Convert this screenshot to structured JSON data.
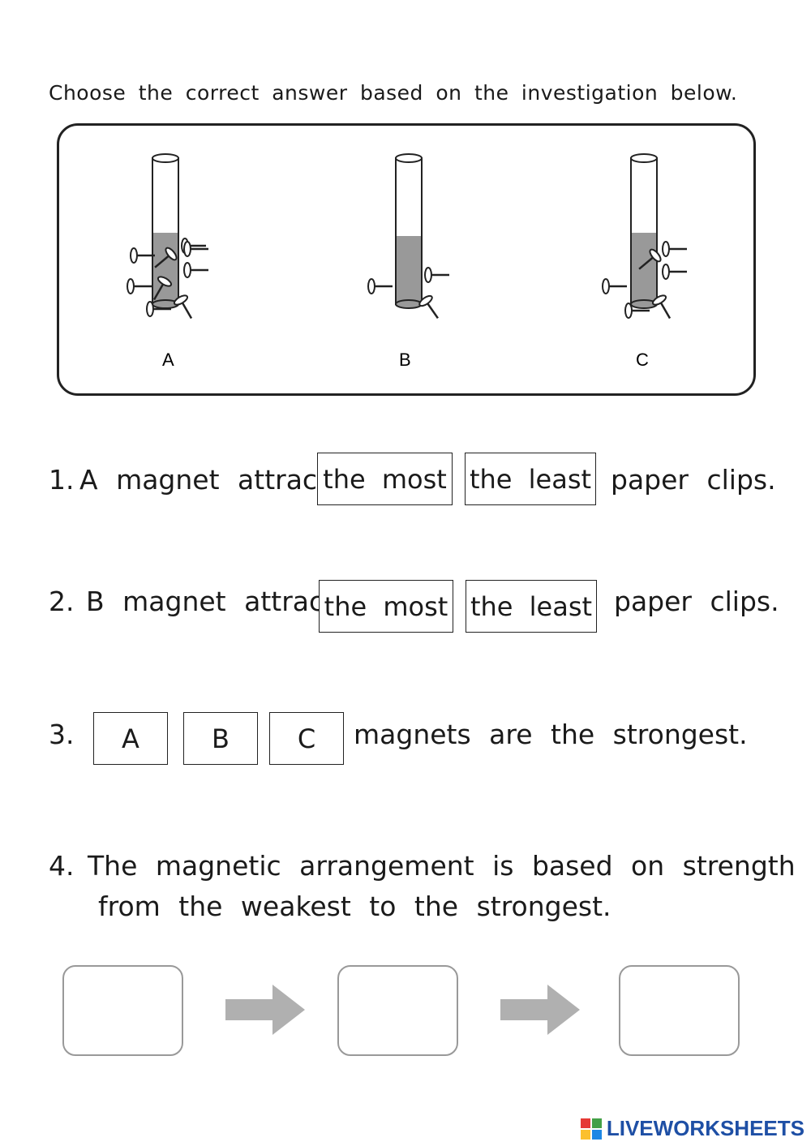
{
  "instruction": "Choose the correct answer based on the investigation below.",
  "figure": {
    "magnets": [
      {
        "label": "A",
        "clip_count": 9
      },
      {
        "label": "B",
        "clip_count": 3
      },
      {
        "label": "C",
        "clip_count": 6
      }
    ]
  },
  "questions": [
    {
      "number": "1.",
      "prefix": "A magnet attracts",
      "options": [
        "the most",
        "the least"
      ],
      "suffix": "paper clips."
    },
    {
      "number": "2.",
      "prefix": "B magnet attracts",
      "options": [
        "the most",
        "the least"
      ],
      "suffix": "paper clips."
    },
    {
      "number": "3.",
      "options": [
        "A",
        "B",
        "C"
      ],
      "suffix": "magnets are the strongest."
    },
    {
      "number": "4.",
      "line1": "The magnetic arrangement is based on strength",
      "line2": "from the weakest to the strongest."
    }
  ],
  "footer": {
    "brand": "LIVEWORKSHEETS"
  },
  "colors": {
    "magnet_fill": "#999999",
    "arrow": "#b0b0b0",
    "brand": "#1e4fa5"
  }
}
